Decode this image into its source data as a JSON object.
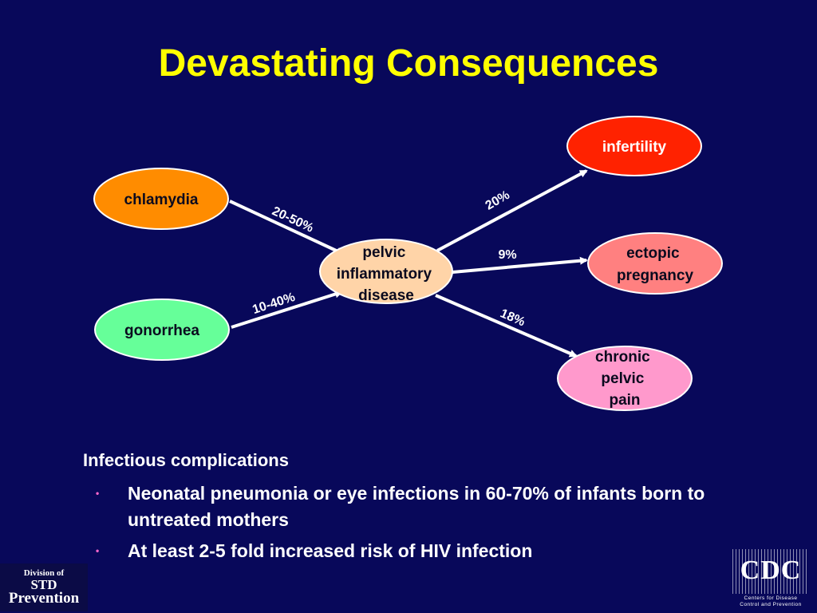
{
  "slide": {
    "title": "Devastating Consequences"
  },
  "diagram": {
    "nodes": {
      "chlamydia": {
        "lines": [
          "chlamydia"
        ],
        "color": "#ff8c00"
      },
      "gonorrhea": {
        "lines": [
          "gonorrhea"
        ],
        "color": "#66ff99"
      },
      "pid": {
        "lines": [
          "pelvic",
          "inflammatory",
          "disease"
        ],
        "color": "#ffd4a8"
      },
      "infertility": {
        "lines": [
          "infertility"
        ],
        "color": "#ff2200"
      },
      "ectopic": {
        "lines": [
          "ectopic",
          "pregnancy"
        ],
        "color": "#ff8080"
      },
      "chronic": {
        "lines": [
          "chronic",
          "pelvic",
          "pain"
        ],
        "color": "#ff99cc"
      }
    },
    "edges": {
      "chlamydia_pid": "20-50%",
      "gonorrhea_pid": "10-40%",
      "pid_infertility": "20%",
      "pid_ectopic": "9%",
      "pid_chronic": "18%"
    },
    "edge_color": "#ffffff"
  },
  "info": {
    "heading": "Infectious complications",
    "bullets": [
      "Neonatal pneumonia or eye infections in 60-70% of infants born to untreated mothers",
      "At least 2-5 fold increased risk of HIV infection"
    ]
  },
  "logos": {
    "std": {
      "line1": "Division of",
      "line2": "STD",
      "line3": "Prevention"
    },
    "cdc": {
      "name": "CDC",
      "sub1": "Centers for Disease",
      "sub2": "Control and Prevention"
    }
  }
}
